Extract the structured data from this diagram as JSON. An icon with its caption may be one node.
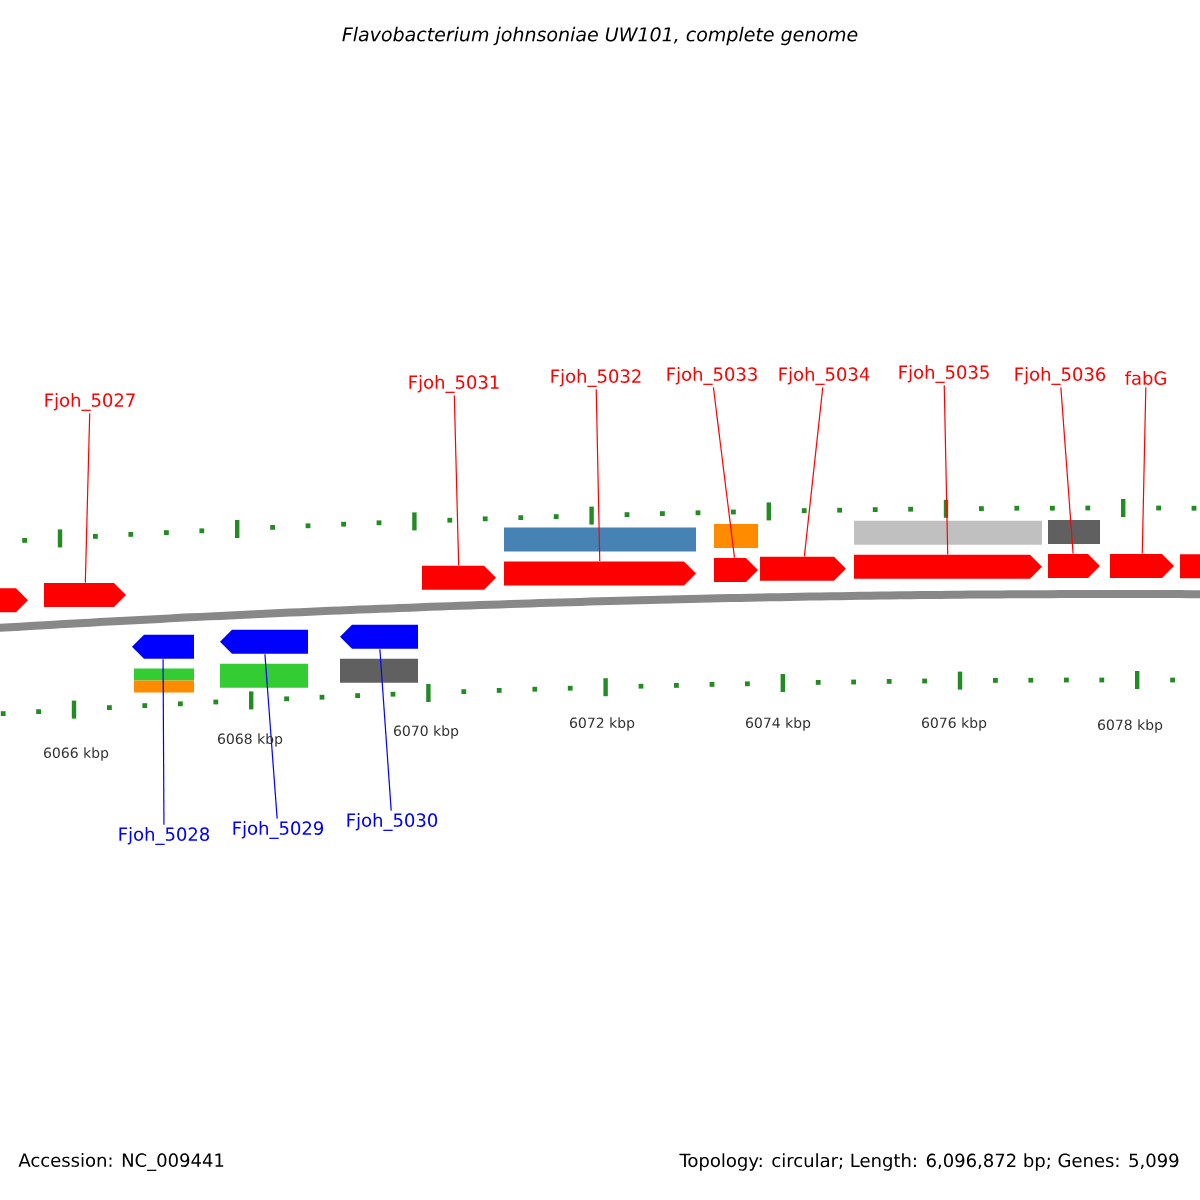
{
  "diagram": {
    "title": "Flavobacterium johnsoniae UW101, complete genome",
    "nodes": [
      {
        "text": [
          "Fjoh_5027"
        ]
      },
      {
        "text": [
          "Fjoh_5031"
        ]
      },
      {
        "text": [
          "Fjoh_5032"
        ]
      },
      {
        "text": [
          "Fjoh_5033"
        ]
      },
      {
        "text": [
          "Fjoh_5034"
        ]
      },
      {
        "text": [
          "Fjoh_5035"
        ]
      },
      {
        "text": [
          "Fjoh_5036"
        ]
      },
      {
        "text": [
          "fabG"
        ]
      },
      {
        "text": [
          "Fjoh_5028"
        ]
      },
      {
        "text": [
          "Fjoh_5029"
        ]
      },
      {
        "text": [
          "Fjoh_5030"
        ]
      },
      {
        "text": [],
        "shape": "arrow"
      },
      {
        "text": [],
        "shape": "arrow"
      },
      {
        "text": [],
        "shape": "arrow"
      },
      {
        "text": [],
        "shape": "arrow"
      },
      {
        "text": [],
        "shape": "arrow"
      },
      {
        "text": [],
        "shape": "arrow"
      },
      {
        "text": [],
        "shape": "arrow"
      },
      {
        "text": [],
        "shape": "arrow"
      },
      {
        "text": [],
        "shape": "arrow"
      },
      {
        "text": [],
        "shape": "arrow"
      },
      {
        "text": [],
        "shape": "arrow"
      },
      {
        "text": [],
        "shape": "arrow"
      },
      {
        "text": [],
        "shape": "arrow"
      }
    ],
    "edges": [
      {
        "from": 0,
        "to": 12,
        "arrow": "none"
      },
      {
        "from": 1,
        "to": 13,
        "arrow": "none"
      },
      {
        "from": 2,
        "to": 14,
        "arrow": "none"
      },
      {
        "from": 3,
        "to": 15,
        "arrow": "none"
      },
      {
        "from": 4,
        "to": 16,
        "arrow": "none"
      },
      {
        "from": 5,
        "to": 17,
        "arrow": "none"
      },
      {
        "from": 6,
        "to": 18,
        "arrow": "none"
      },
      {
        "from": 7,
        "to": 19,
        "arrow": "none"
      },
      {
        "from": 8,
        "to": 21,
        "arrow": "none",
        "color": "#0000ff"
      },
      {
        "from": 9,
        "to": 22,
        "arrow": "none",
        "color": "#0000ff"
      },
      {
        "from": 10,
        "to": 23,
        "arrow": "none",
        "color": "#0000ff"
      }
    ],
    "labels": [
      "6066 kbp",
      "6068 kbp",
      "6070 kbp",
      "6072 kbp",
      "6074 kbp",
      "6076 kbp",
      "6078 kbp",
      "Accession: NC_009441",
      "Topology: circular; Length: 6,096,872 bp; Genes: 5,099"
    ]
  }
}
